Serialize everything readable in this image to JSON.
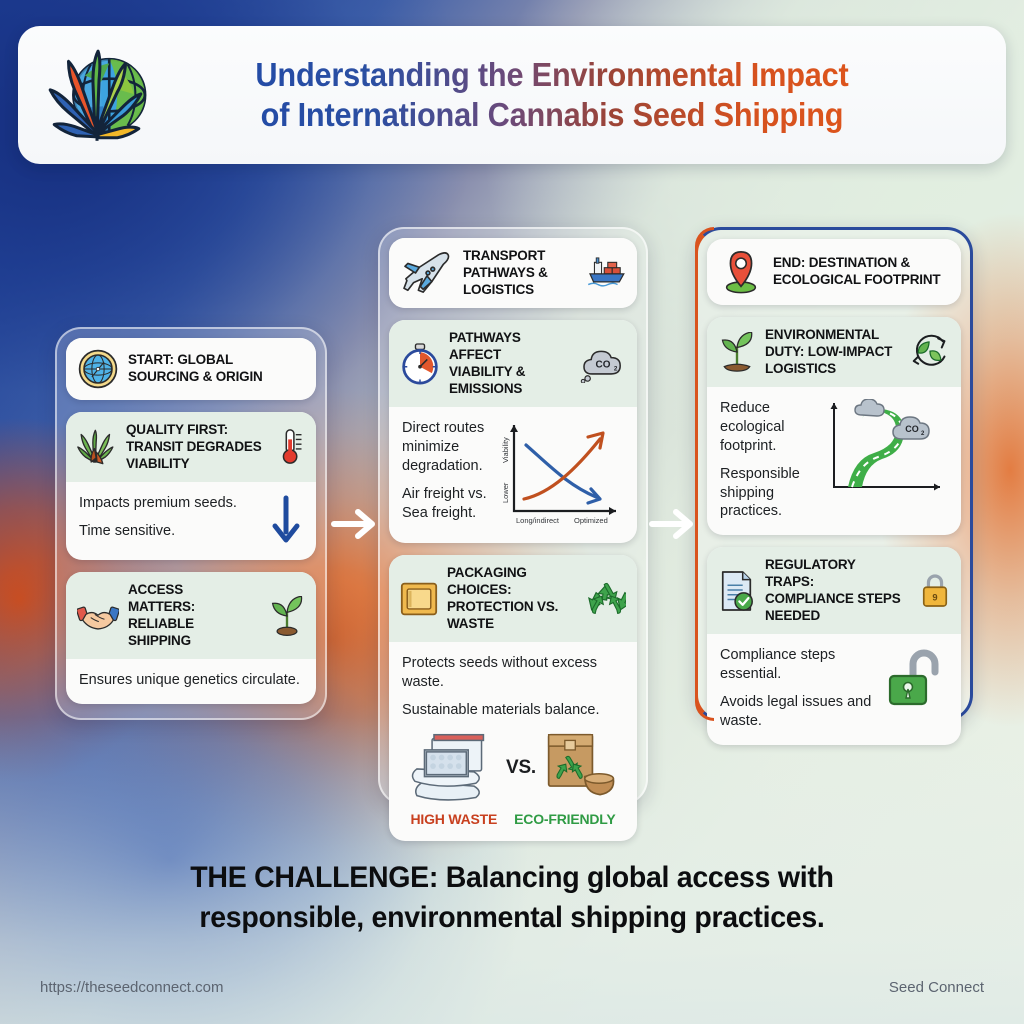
{
  "header": {
    "logo_alt": "cannabis-leaf-globe-logo",
    "title_line1": "Understanding the Environmental Impact",
    "title_line2": "of International Cannabis Seed Shipping",
    "gradient_start": "#1f49a8",
    "gradient_end": "#e2571a"
  },
  "columns": {
    "left": {
      "name": "start-column",
      "cards": [
        {
          "icon": "compass-globe-icon",
          "title": "START: GLOBAL SOURCING & ORIGIN",
          "body": []
        },
        {
          "icon": "cannabis-leaf-icon",
          "icon_right": "thermometer-icon",
          "title": "QUALITY FIRST: TRANSIT DEGRADES VIABILITY",
          "body": [
            "Impacts premium seeds.",
            "Time sensitive."
          ],
          "figure": "down-arrow-icon"
        },
        {
          "icon": "handshake-icon",
          "icon_right": "seedling-icon",
          "title": "ACCESS MATTERS: RELIABLE SHIPPING",
          "body": [
            "Ensures unique genetics circulate."
          ]
        }
      ]
    },
    "middle": {
      "name": "transport-column",
      "cards": [
        {
          "icon": "airplane-icon",
          "icon_inline": "cargo-ship-icon",
          "title": "TRANSPORT PATHWAYS & LOGISTICS",
          "body": []
        },
        {
          "icon": "stopwatch-icon",
          "icon_right": "co2-cloud-icon",
          "title": "PATHWAYS AFFECT VIABILITY & EMISSIONS",
          "body": [
            "Direct routes minimize degradation.",
            "Air freight vs. Sea freight."
          ],
          "figure": "viability-emissions-line-chart"
        },
        {
          "icon": "package-box-icon",
          "icon_right": "recycle-icon",
          "title": "PACKAGING CHOICES: PROTECTION VS. WASTE",
          "body": [
            "Protects seeds without excess waste.",
            "Sustainable materials balance."
          ],
          "figure": "packaging-comparison",
          "compare": {
            "left_label": "HIGH WASTE",
            "left_color": "#c8401f",
            "left_icon": "plastic-bubble-wrap-icon",
            "vs_label": "VS.",
            "right_label": "ECO-FRIENDLY",
            "right_color": "#2f9b44",
            "right_icon": "kraft-envelope-icon"
          }
        }
      ]
    },
    "right": {
      "name": "destination-column",
      "border_left_color": "#d9531e",
      "border_right_color": "#2a4a9c",
      "cards": [
        {
          "icon": "map-pin-icon",
          "title": "END: DESTINATION & ECOLOGICAL FOOTPRINT",
          "body": []
        },
        {
          "icon": "seedling-icon",
          "icon_right": "leaf-recycle-icon",
          "title": "ENVIRONMENTAL DUTY: LOW-IMPACT LOGISTICS",
          "body": [
            "Reduce ecological footprint.",
            "Responsible shipping practices."
          ],
          "figure": "green-winding-road-chart"
        },
        {
          "icon": "document-check-icon",
          "icon_right": "locked-padlock-icon",
          "title": "REGULATORY TRAPS: COMPLIANCE STEPS NEEDED",
          "body": [
            "Compliance steps essential.",
            "Avoids legal issues and waste."
          ],
          "figure": "open-padlock-icon"
        }
      ]
    }
  },
  "arrows": [
    {
      "name": "arrow-left-to-middle"
    },
    {
      "name": "arrow-middle-to-right"
    }
  ],
  "mini_chart": {
    "type": "line",
    "title": "",
    "xlabel": "",
    "ylabel": "Viability",
    "y_top_label": "Viability",
    "y_bottom_label": "Lower",
    "x_left_label": "Long/indirect",
    "x_right_label": "Optimized",
    "x": [
      "Long/indirect",
      "Optimized"
    ],
    "series": [
      {
        "name": "Viability",
        "color": "#2f5fa8",
        "values": [
          95,
          18
        ],
        "trend": "decreasing"
      },
      {
        "name": "Emissions",
        "color": "#c0501f",
        "values": [
          15,
          88
        ],
        "trend": "increasing"
      }
    ],
    "grid": false,
    "legend": "none"
  },
  "caption": {
    "lead": "THE CHALLENGE:",
    "rest_line1": " Balancing global access with",
    "line2": "responsible, environmental shipping practices."
  },
  "footer": {
    "url": "https://theseedconnect.com",
    "brand": "Seed Connect"
  }
}
